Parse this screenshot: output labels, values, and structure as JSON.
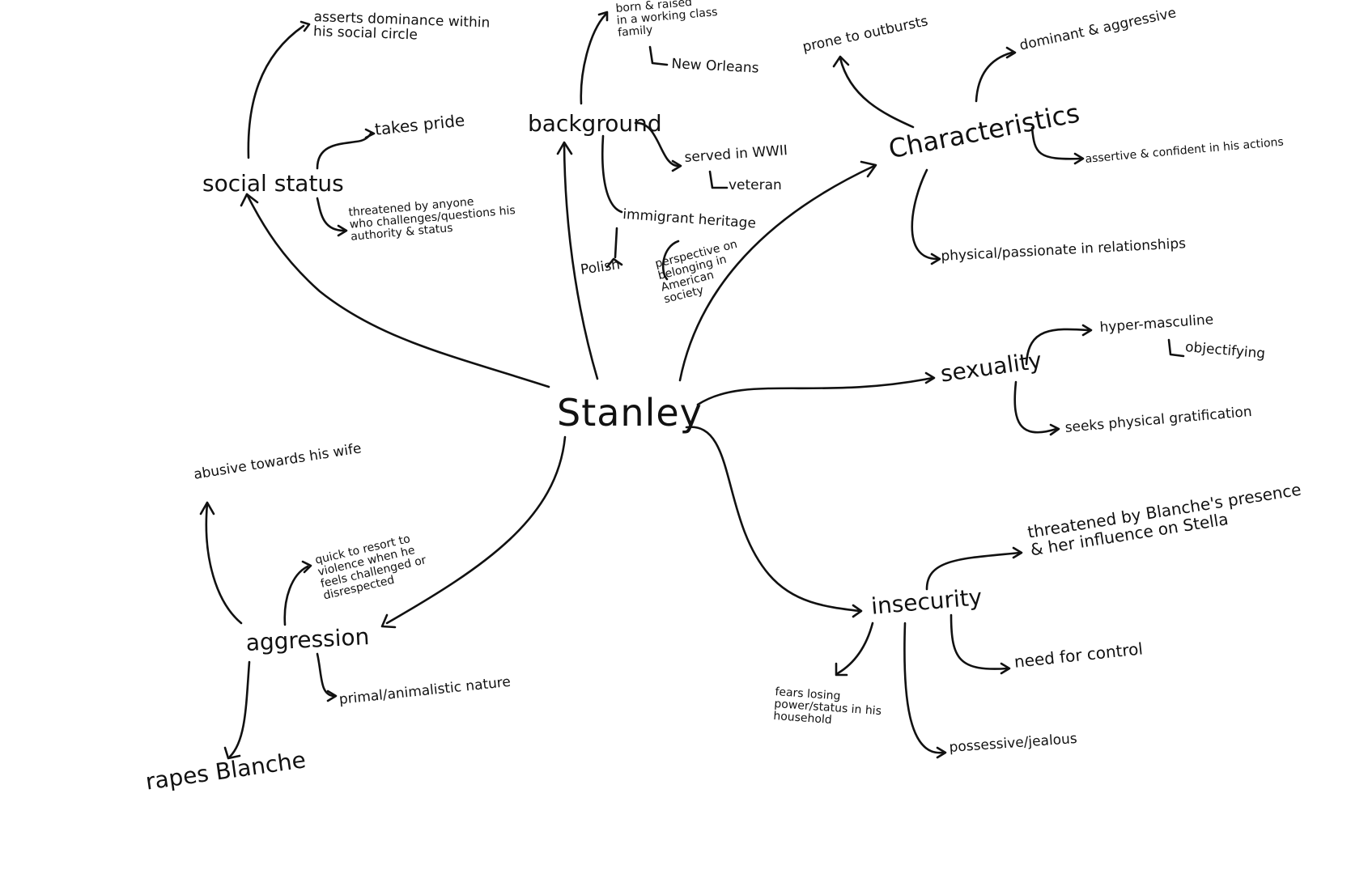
{
  "center": "Stanley",
  "branches": {
    "social_status": {
      "label": "social status",
      "items": [
        "asserts dominance within\nhis social circle",
        "takes pride",
        "threatened by anyone\nwho challenges/questions his\nauthority & status"
      ]
    },
    "background": {
      "label": "background",
      "items": [
        "born & raised\nin a working class\nfamily",
        "New Orleans",
        "served in WWII",
        "veteran",
        "immigrant heritage",
        "Polish",
        "perspective on\nbelonging in\nAmerican\nsociety"
      ]
    },
    "characteristics": {
      "label": "Characteristics",
      "items": [
        "prone to outbursts",
        "dominant & aggressive",
        "assertive & confident in his actions",
        "physical/passionate in relationships"
      ]
    },
    "sexuality": {
      "label": "sexuality",
      "items": [
        "hyper-masculine",
        "objectifying",
        "seeks physical gratification"
      ]
    },
    "insecurity": {
      "label": "insecurity",
      "items": [
        "threatened by Blanche's presence\n& her influence on Stella",
        "need for control",
        "possessive/jealous",
        "fears losing\npower/status in his\nhousehold"
      ]
    },
    "aggression": {
      "label": "aggression",
      "items": [
        "abusive towards his wife",
        "quick to resort to\nviolence when he\nfeels challenged or\ndisrespected",
        "primal/animalistic nature",
        "rapes Blanche"
      ]
    }
  }
}
